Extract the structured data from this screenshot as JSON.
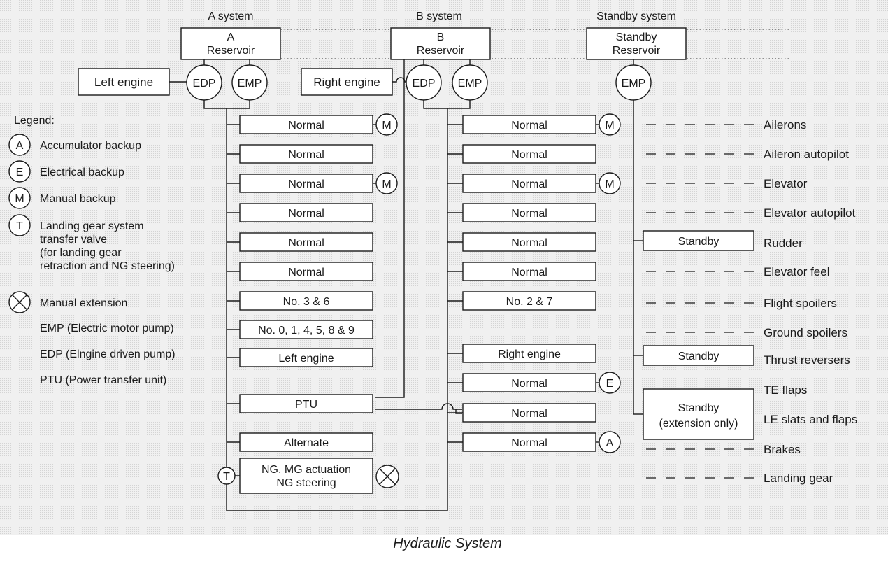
{
  "caption": "Hydraulic System",
  "systems": {
    "a": {
      "title": "A system",
      "reservoir": [
        "A",
        "Reservoir"
      ],
      "engine": "Left engine",
      "pump1": "EDP",
      "pump2": "EMP"
    },
    "b": {
      "title": "B system",
      "reservoir": [
        "B",
        "Reservoir"
      ],
      "engine": "Right engine",
      "pump1": "EDP",
      "pump2": "EMP"
    },
    "standby": {
      "title": "Standby system",
      "reservoir": [
        "Standby",
        "Reservoir"
      ],
      "pump": "EMP"
    }
  },
  "legend": {
    "title": "Legend:",
    "items": [
      {
        "symbol": "A",
        "text": [
          "Accumulator backup"
        ]
      },
      {
        "symbol": "E",
        "text": [
          "Electrical backup"
        ]
      },
      {
        "symbol": "M",
        "text": [
          "Manual backup"
        ]
      },
      {
        "symbol": "T",
        "text": [
          "Landing gear system",
          "transfer valve",
          "(for landing gear",
          "retraction and NG steering)"
        ]
      },
      {
        "symbol": "X",
        "text": [
          "Manual extension"
        ]
      }
    ],
    "abbreviations": [
      "EMP (Electric motor pump)",
      "EDP (Elngine driven pump)",
      "PTU (Power transfer unit)"
    ]
  },
  "a_boxes": [
    "Normal",
    "Normal",
    "Normal",
    "Normal",
    "Normal",
    "Normal",
    "No. 3 & 6",
    "No. 0, 1, 4, 5, 8 & 9",
    "Left engine",
    "PTU",
    "Alternate",
    [
      "NG, MG actuation",
      "NG steering"
    ]
  ],
  "a_marks": {
    "0": "M",
    "2": "M"
  },
  "b_boxes": [
    "Normal",
    "Normal",
    "Normal",
    "Normal",
    "Normal",
    "Normal",
    "No. 2 & 7",
    "Right engine",
    "Normal",
    "Normal",
    "Normal"
  ],
  "b_marks": {
    "0": "M",
    "2": "M",
    "8": "E",
    "10": "A"
  },
  "standby_boxes": [
    "Standby",
    "Standby",
    [
      "Standby",
      "(extension only)"
    ]
  ],
  "functions": [
    "Ailerons",
    "Aileron autopilot",
    "Elevator",
    "Elevator autopilot",
    "Rudder",
    "Elevator feel",
    "Flight spoilers",
    "Ground spoilers",
    "Thrust reversers",
    "TE flaps",
    "LE slats and flaps",
    "Brakes",
    "Landing gear"
  ],
  "colors": {
    "ink": "#1a1a1a",
    "panel": "#ececec"
  }
}
